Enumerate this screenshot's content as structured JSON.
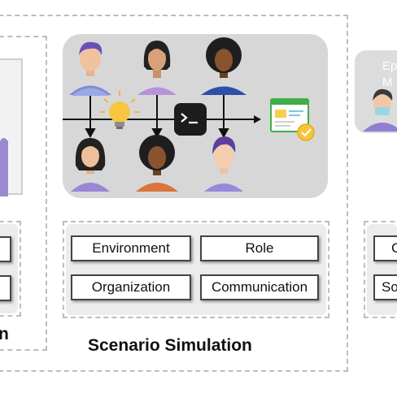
{
  "middle": {
    "title": "Scenario Simulation",
    "elements": [
      "Environment",
      "Role",
      "Organization",
      "Communication"
    ]
  },
  "left": {
    "title_fragment": "n"
  },
  "right": {
    "image_label": "Ep M",
    "element_fragments": [
      "C",
      "So"
    ]
  },
  "icons": [
    "person-avatar-icon",
    "lightbulb-icon",
    "terminal-icon",
    "code-window-icon",
    "checkmark-badge-icon"
  ]
}
